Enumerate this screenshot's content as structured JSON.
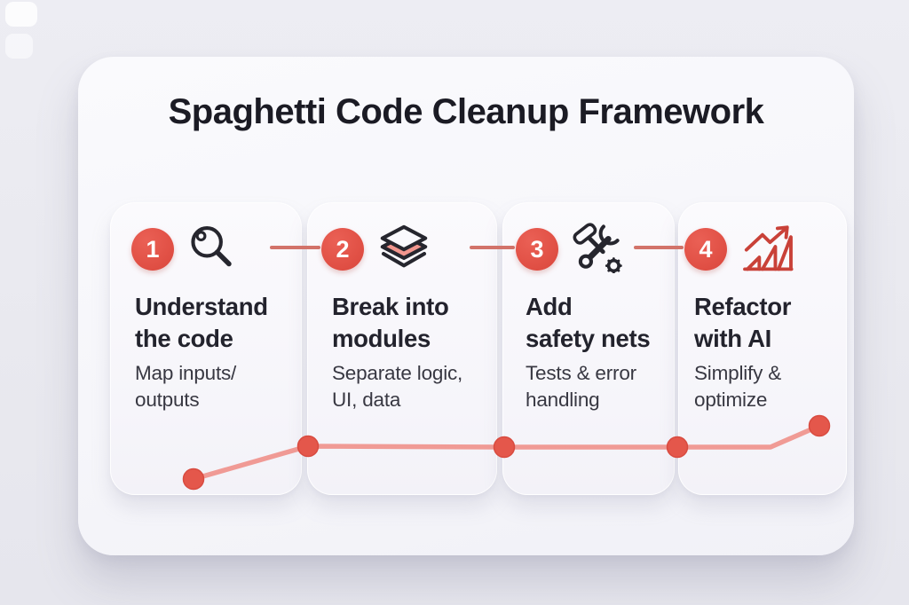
{
  "header": {
    "title": "Spaghetti Code Cleanup Framework"
  },
  "steps": [
    {
      "number": "1",
      "icon": "magnifier-icon",
      "title_lines": [
        "Understand",
        "the code"
      ],
      "subtitle_lines": [
        "Map inputs/",
        "outputs"
      ]
    },
    {
      "number": "2",
      "icon": "layers-icon",
      "title_lines": [
        "Break into",
        "modules"
      ],
      "subtitle_lines": [
        "Separate logic,",
        "UI, data"
      ]
    },
    {
      "number": "3",
      "icon": "tools-icon",
      "title_lines": [
        "Add",
        "safety nets"
      ],
      "subtitle_lines": [
        "Tests & error",
        "handling"
      ]
    },
    {
      "number": "4",
      "icon": "growth-chart-icon",
      "title_lines": [
        "Refactor",
        "with AI"
      ],
      "subtitle_lines": [
        "Simplify &",
        "optimize"
      ]
    }
  ],
  "colors": {
    "page_bg": "#e9e9ef",
    "panel_bg": "#f7f7fb",
    "card_bg": "#faf9fd",
    "title_text": "#1b1b24",
    "heading_text": "#23232d",
    "subtitle_text": "#383842",
    "badge_red": "#e25247",
    "connector_red": "#d2736a",
    "line_salmon": "#ef938c",
    "dot_red": "#e4574b",
    "icon_dark": "#26262e",
    "icon_red": "#c94138",
    "layers_fill": "#f2968e"
  }
}
